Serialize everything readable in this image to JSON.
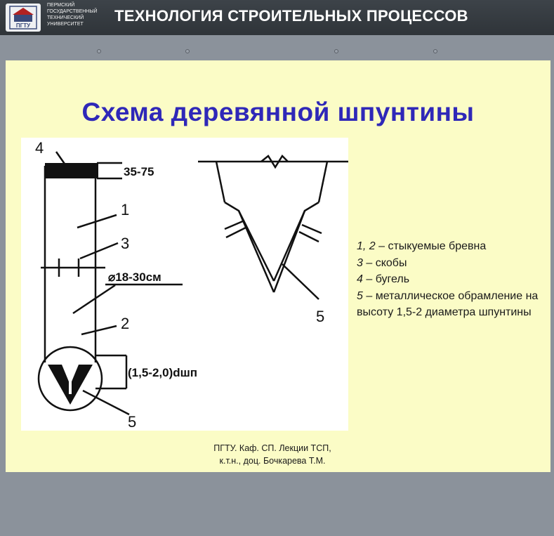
{
  "header": {
    "university": [
      "ПЕРМСКИЙ",
      "ГОСУДАРСТВЕННЫЙ",
      "ТЕХНИЧЕСКИЙ",
      "УНИВЕРСИТЕТ"
    ],
    "logo_text": "ПГТУ",
    "course_title": "ТЕХНОЛОГИЯ СТРОИТЕЛЬНЫХ ПРОЦЕССОВ"
  },
  "slide": {
    "title": "Схема деревянной шпунтины",
    "diagram": {
      "label_4": "4",
      "label_1": "1",
      "label_3": "3",
      "label_2": "2",
      "label_5_left": "5",
      "label_5_right": "5",
      "dim_top": "35-75",
      "dim_diameter": "⌀18-30см",
      "dim_bottom": "(1,5-2,0)dшп"
    },
    "legend": [
      {
        "num": "1, 2",
        "text": " – стыкуемые бревна"
      },
      {
        "num": "3",
        "text": " – скобы"
      },
      {
        "num": "4",
        "text": " – бугель"
      },
      {
        "num": "5",
        "text": " – металлическое обрамление на высоту 1,5-2 диаметра шпунтины"
      }
    ],
    "footer": {
      "line1": "ПГТУ. Каф. СП. Лекции ТСП,",
      "line2": "к.т.н., доц. Бочкарева Т.М."
    }
  }
}
